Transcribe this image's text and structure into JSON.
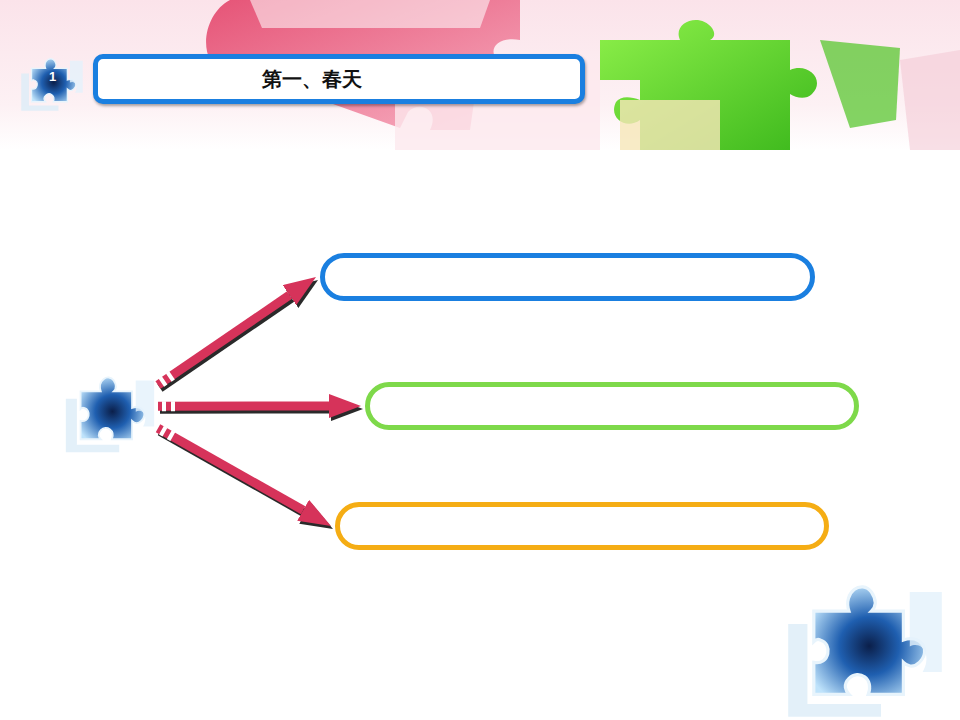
{
  "diagram": {
    "title": "第一、春天",
    "nodes": [
      {
        "text": []
      },
      {
        "text": []
      },
      {
        "text": []
      },
      {
        "text": []
      }
    ],
    "edges": [
      {
        "from": 0,
        "to": 1,
        "arrow": "to"
      },
      {
        "from": 0,
        "to": 2,
        "arrow": "to"
      },
      {
        "from": 0,
        "to": 3,
        "arrow": "to"
      }
    ],
    "labels": [
      "1"
    ]
  }
}
